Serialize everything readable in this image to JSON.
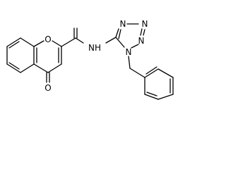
{
  "molecule": {
    "atoms": {
      "o1": "O",
      "o4": "O",
      "nh": "NH",
      "n_ring1": "N",
      "n_ring2": "N",
      "n_ring3": "N",
      "n_ring4": "N"
    }
  },
  "colors": {
    "bond": "#000000",
    "text": "#000000",
    "background": "#ffffff"
  }
}
